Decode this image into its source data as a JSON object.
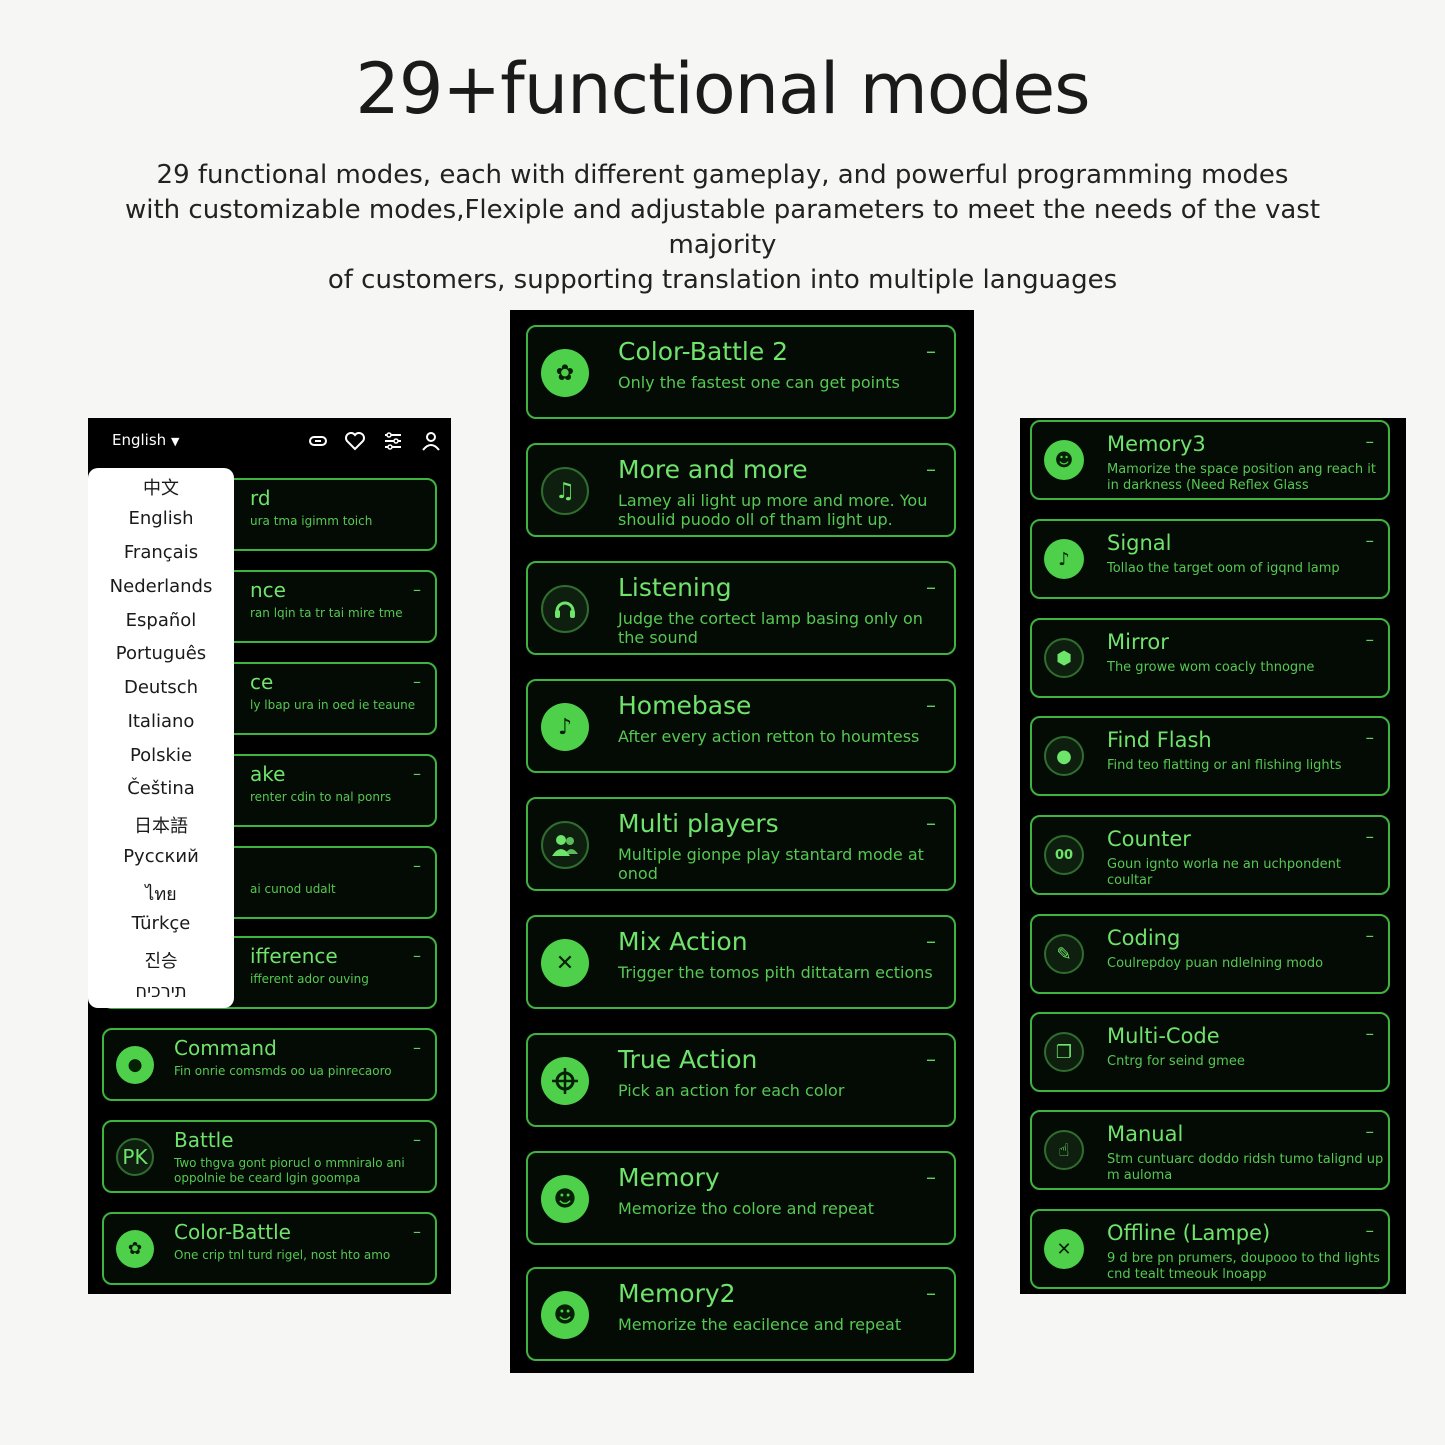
{
  "header": {
    "title": "29+functional modes",
    "subtitle_lines": [
      "29 functional modes, each with different gameplay, and powerful programming modes",
      "with customizable modes,Flexiple and adjustable parameters to meet the needs of the vast majority",
      "of customers, supporting translation into multiple languages"
    ]
  },
  "left_panel": {
    "language": "English",
    "language_arrow": "▼",
    "top_icons": [
      "link-icon",
      "heart-icon",
      "list-settings-icon",
      "user-icon"
    ],
    "languages": [
      "中文",
      "English",
      "Français",
      "Nederlands",
      "Español",
      "Português",
      "Deutsch",
      "Italiano",
      "Polskie",
      "Čeština",
      "日本語",
      "Русский",
      "ไทย",
      "Türkçe",
      "진승",
      "תירכיח"
    ],
    "partial_cards": [
      {
        "title": "rd",
        "desc": "ura tma igimm toich",
        "dash": ""
      },
      {
        "title": "nce",
        "desc": "ran lqin ta tr tai mire tme",
        "dash": "–"
      },
      {
        "title": "ce",
        "desc": "ly lbap ura in oed ie teaune",
        "dash": "–"
      },
      {
        "title": "ake",
        "desc": "renter cdin to nal ponrs",
        "dash": "–"
      },
      {
        "title": "",
        "desc": "ai cunod udalt",
        "dash": "–"
      },
      {
        "title": "ifference",
        "desc": "ifferent ador ouving",
        "dash": "–"
      }
    ],
    "cards": [
      {
        "title": "Command",
        "desc": "Fin onrie comsmds oo ua pinrecaoro",
        "dash": "–",
        "icon": "command-icon",
        "icon_text": "●"
      },
      {
        "title": "Battle",
        "desc": "Two thgva gont piorucl o mmniralo ani oppolnie be ceard lgin goompa",
        "dash": "–",
        "icon": "pk-icon",
        "icon_text": "PK"
      },
      {
        "title": "Color-Battle",
        "desc": "One crip tnl turd rigel, nost hto amo",
        "dash": "–",
        "icon": "palette-icon",
        "icon_text": "✿"
      }
    ]
  },
  "middle_panel": {
    "cards": [
      {
        "title": "Color-Battle 2",
        "desc": "Only the fastest one can get points",
        "dash": "–",
        "icon": "palette-icon",
        "icon_text": "✿"
      },
      {
        "title": "More and more",
        "desc": "Lamey ali light up more and more. You shoulid puodo oll of tham light up.",
        "dash": "–",
        "icon": "music-bars-icon",
        "icon_text": "♫"
      },
      {
        "title": "Listening",
        "desc": "Judge the cortect lamp basing only on the sound",
        "dash": "–",
        "icon": "headphones-icon",
        "icon_text": "🎧"
      },
      {
        "title": "Homebase",
        "desc": "After every action retton to houmtess",
        "dash": "–",
        "icon": "music-note-icon",
        "icon_text": "♪"
      },
      {
        "title": "Multi players",
        "desc": "Multiple gionpe play stantard mode at onod",
        "dash": "–",
        "icon": "users-icon",
        "icon_text": "👥"
      },
      {
        "title": "Mix Action",
        "desc": "Trigger the tomos pith dittatarn ections",
        "dash": "–",
        "icon": "shuffle-icon",
        "icon_text": "✕"
      },
      {
        "title": "True Action",
        "desc": "Pick an action for each color",
        "dash": "–",
        "icon": "target-icon",
        "icon_text": "⌖"
      },
      {
        "title": "Memory",
        "desc": "Memorize tho colore and repeat",
        "dash": "–",
        "icon": "brain-icon",
        "icon_text": "☻"
      },
      {
        "title": "Memory2",
        "desc": "Memorize the eacilence and repeat",
        "dash": "–",
        "icon": "brain-gear-icon",
        "icon_text": "☻"
      }
    ]
  },
  "right_panel": {
    "cards": [
      {
        "title": "Memory3",
        "desc": "Mamorize the space position ang reach it in darkness (Need Reflex Glass",
        "dash": "–",
        "icon": "head-icon",
        "icon_text": "☻"
      },
      {
        "title": "Signal",
        "desc": "Tollao the target oom of igqnd lamp",
        "dash": "–",
        "icon": "signal-icon",
        "icon_text": "♪"
      },
      {
        "title": "Mirror",
        "desc": "The growe wom coacly thnogne",
        "dash": "–",
        "icon": "mirror-icon",
        "icon_text": "⬢"
      },
      {
        "title": "Find Flash",
        "desc": "Find teo flatting or anl flishing lights",
        "dash": "–",
        "icon": "flash-icon",
        "icon_text": "●"
      },
      {
        "title": "Counter",
        "desc": "Goun ignto worla ne an uchpondent coultar",
        "dash": "–",
        "icon": "counter-icon",
        "icon_text": "00"
      },
      {
        "title": "Coding",
        "desc": "Coulrepdoy puan ndlelning modo",
        "dash": "–",
        "icon": "edit-icon",
        "icon_text": "✎"
      },
      {
        "title": "Multi-Code",
        "desc": "Cntrg for seind gmee",
        "dash": "–",
        "icon": "layers-icon",
        "icon_text": "❐"
      },
      {
        "title": "Manual",
        "desc": "Stm cuntuarc doddo ridsh tumo talignd up m auloma",
        "dash": "–",
        "icon": "hand-icon",
        "icon_text": "☝"
      },
      {
        "title": "Offline (Lampe)",
        "desc": "9 d bre pn prumers, doupooo to thd lights cnd tealt tmeouk lnoapp",
        "dash": "–",
        "icon": "close-circle-icon",
        "icon_text": "✕"
      }
    ]
  }
}
